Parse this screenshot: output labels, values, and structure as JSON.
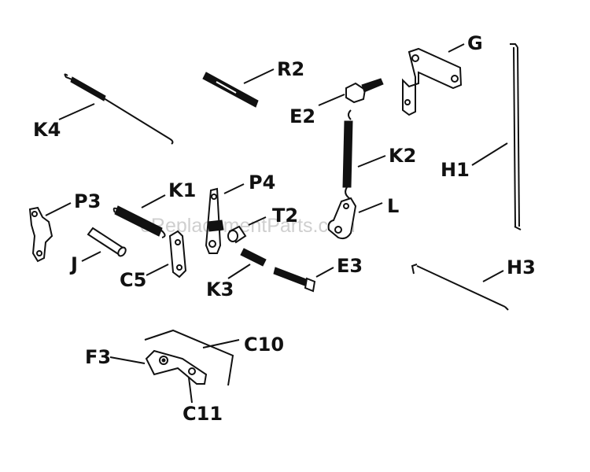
{
  "watermark": "eReplacementParts.com",
  "colors": {
    "ink": "#111111",
    "watermark": "#cfcfcf",
    "background": "#ffffff"
  },
  "labels": {
    "G": "G",
    "R2": "R2",
    "K4": "K4",
    "E2": "E2",
    "K2": "K2",
    "H1": "H1",
    "P4": "P4",
    "K1": "K1",
    "P3": "P3",
    "T2": "T2",
    "L": "L",
    "J": "J",
    "C5": "C5",
    "K3": "K3",
    "E3": "E3",
    "H3": "H3",
    "F3": "F3",
    "C10": "C10",
    "C11": "C11"
  }
}
